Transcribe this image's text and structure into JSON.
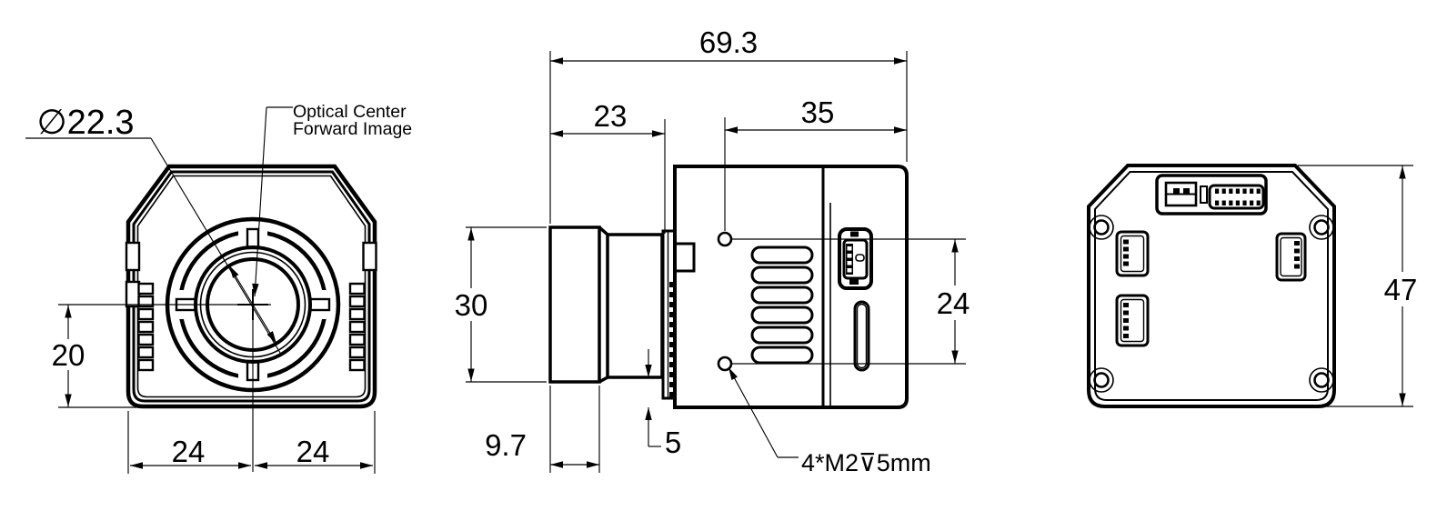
{
  "drawing": {
    "front_view": {
      "lens_diameter_label": "∅22.3",
      "optical_center_note_line1": "Optical Center",
      "optical_center_note_line2": "Forward Image",
      "dim_center_to_bottom": "20",
      "dim_left_half_width": "24",
      "dim_right_half_width": "24"
    },
    "side_view": {
      "dim_total_length": "69.3",
      "dim_lens_protrusion": "23",
      "dim_screw_to_back": "35",
      "dim_lens_barrel_height": "30",
      "dim_lens_front_section": "9.7",
      "dim_flange_to_bottom": "5",
      "dim_screw_vertical_spacing": "24",
      "screw_thread_note": "4*M2⊽5mm"
    },
    "back_view": {
      "dim_body_height": "47"
    },
    "colors": {
      "line": "#000000",
      "background": "#ffffff"
    }
  }
}
